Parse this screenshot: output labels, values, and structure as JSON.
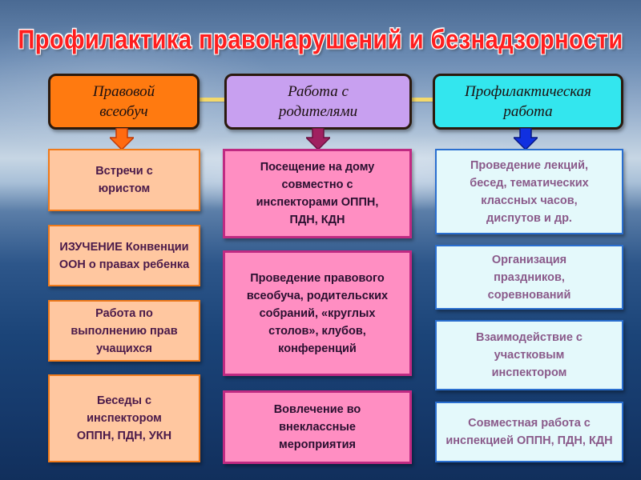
{
  "title": "Профилактика правонарушений и безнадзорности",
  "columns": [
    {
      "header": "Правовой всеобуч",
      "color": "#ff7a10",
      "items": [
        "Встречи с юристом",
        "ИЗУЧЕНИЕ Конвенции ООН о правах ребенка",
        "Работа по выполнению прав учащихся",
        "Беседы с инспектором ОППН, ПДН, УКН"
      ]
    },
    {
      "header": "Работа с родителями",
      "color": "#c8a0f0",
      "items": [
        "Посещение на дому совместно с инспекторами ОППН, ПДН, КДН",
        "Проведение правового всеобуча, родительских собраний, «круглых столов», клубов, конференций",
        "Вовлечение во внеклассные мероприятия"
      ]
    },
    {
      "header": "Профилактическая работа",
      "color": "#33e6ee",
      "items": [
        "Проведение лекций, бесед, тематических классных часов, диспутов и др.",
        "Организация праздников, соревнований",
        "Взаимодействие с участковым инспектором",
        "Совместная работа с инспекцией ОППН, ПДН, КДН"
      ]
    }
  ]
}
